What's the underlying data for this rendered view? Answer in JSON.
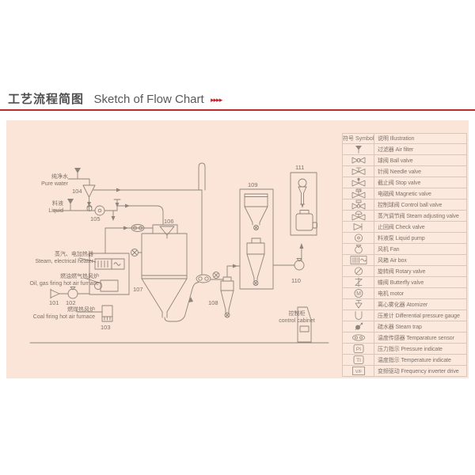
{
  "title": {
    "cn": "工艺流程简图",
    "en": "Sketch of Flow Chart",
    "arrows": "▸▸▸▸"
  },
  "colors": {
    "accent_red": "#bb2a30",
    "panel_pink": "#fae5d8",
    "line_gray": "#8f857c",
    "text_gray": "#7d7169"
  },
  "legend": {
    "header": {
      "symbol": "符号 Symbol",
      "illustration": "说明 Illustration"
    },
    "rows": [
      {
        "symbol": "air-filter",
        "label": "过滤器 Air filter"
      },
      {
        "symbol": "ball-valve",
        "label": "球阀 Ball valve"
      },
      {
        "symbol": "needle-valve",
        "label": "针阀 Needle valve"
      },
      {
        "symbol": "stop-valve",
        "label": "截止阀 Stop valve"
      },
      {
        "symbol": "magnetic-valve",
        "label": "电磁阀 Magnetic valve"
      },
      {
        "symbol": "control-ball-valve",
        "label": "控制球阀 Control ball valve"
      },
      {
        "symbol": "steam-adjusting-valve",
        "label": "蒸汽调节阀 Steam adjusting valve"
      },
      {
        "symbol": "check-valve",
        "label": "止回阀 Check valve"
      },
      {
        "symbol": "liquid-pump",
        "label": "料液泵 Liquid pump"
      },
      {
        "symbol": "fan",
        "label": "风机 Fan"
      },
      {
        "symbol": "air-box",
        "label": "风箱 Air box"
      },
      {
        "symbol": "rotary-valve",
        "label": "旋转阀 Rotary valve"
      },
      {
        "symbol": "butterfly-valve",
        "label": "蝶阀 Butterfly valve"
      },
      {
        "symbol": "motor",
        "label": "电机 motor"
      },
      {
        "symbol": "atomizer",
        "label": "离心雾化器 Atomizer"
      },
      {
        "symbol": "dp-gauge",
        "label": "压差计 Differential pressure gauge"
      },
      {
        "symbol": "steam-trap",
        "label": "疏水器 Steam trap"
      },
      {
        "symbol": "temp-sensor",
        "label": "温度传感器 Temparature sensor"
      },
      {
        "symbol": "pressure-indicate",
        "label": "压力指示 Pressure indicate"
      },
      {
        "symbol": "temp-indicate",
        "label": "温度指示 Temperature indicate"
      },
      {
        "symbol": "freq-drive",
        "label": "变频驱动 Frequency inverter drive"
      }
    ]
  },
  "diagram": {
    "labels": {
      "pure_water_cn": "纯净水",
      "pure_water_en": "Pure water",
      "liquid_cn": "料液",
      "liquid_en": "Liquid",
      "steam_heater_cn": "蒸汽、电加热器",
      "steam_heater_en": "Steam, electrical heater",
      "oil_gas_cn": "燃油燃气热风炉",
      "oil_gas_en": "Oil, gas firing hot air furnace",
      "coal_cn": "燃煤热风炉",
      "coal_en": "Coal firing hot air furnace",
      "cabinet_cn": "控制柜",
      "cabinet_en": "control cabinet"
    },
    "numbers": {
      "n101": "101",
      "n102": "102",
      "n103": "103",
      "n104": "104",
      "n105": "105",
      "n106": "106",
      "n107": "107",
      "n108": "108",
      "n109": "109",
      "n110": "110",
      "n111": "111"
    }
  }
}
